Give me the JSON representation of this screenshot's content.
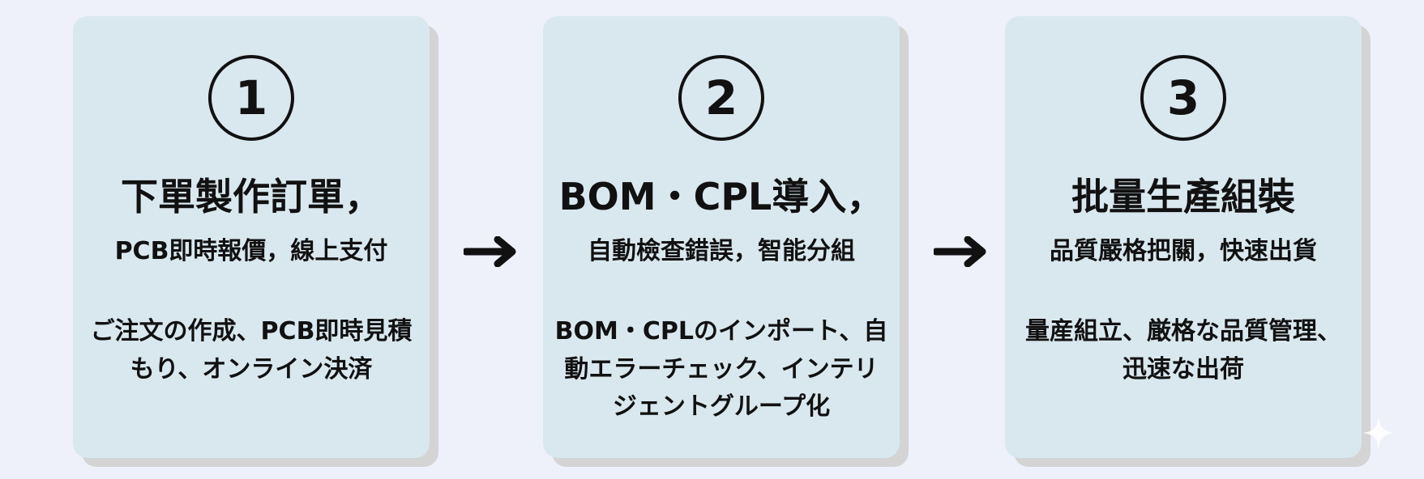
{
  "steps": [
    {
      "number": "1",
      "title": "下單製作訂單，",
      "subtitle": "PCB即時報價，線上支付",
      "description": "ご注文の作成、PCB即時見積もり、オンライン決済"
    },
    {
      "number": "2",
      "title": "BOM・CPL導入，",
      "subtitle": "自動檢查錯誤，智能分組",
      "description": "BOM・CPLのインポート、自動エラーチェック、インテリジェントグループ化"
    },
    {
      "number": "3",
      "title": "批量生產組裝",
      "subtitle": "品質嚴格把關，快速出貨",
      "description": "量産組立、厳格な品質管理、迅速な出荷"
    }
  ],
  "colors": {
    "background": "#eef0fa",
    "card": "#d9e8ef",
    "card_shadow": "#d4d4d4",
    "text": "#111111"
  },
  "icons": {
    "arrow": "right-arrow-icon",
    "sparkle": "sparkle-icon"
  }
}
